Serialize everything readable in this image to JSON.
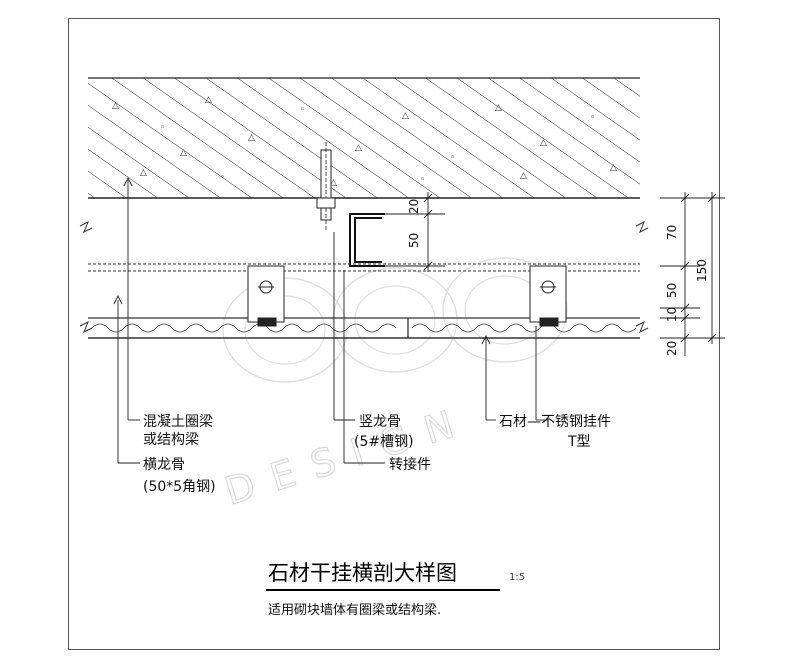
{
  "title": "石材干挂横剖大样图",
  "scale": "1:5",
  "subtitle": "适用砌块墙体有圈梁或结构梁.",
  "watermark": "DESIGN",
  "labels": {
    "beam_line1": "混凝土圈梁",
    "beam_line2": "或结构梁",
    "hkeel_line1": "横龙骨",
    "hkeel_line2": "(50*5角钢)",
    "vkeel_line1": "竖龙骨",
    "vkeel_line2": "(5#槽钢)",
    "adapter": "转接件",
    "stone_hanger": "石材—不锈钢挂件",
    "t_type": "T型"
  },
  "dimensions": {
    "inner_top": "20",
    "inner_bottom": "50",
    "right_70": "70",
    "right_50": "50",
    "right_10": "10",
    "right_20": "20",
    "right_total": "150"
  }
}
